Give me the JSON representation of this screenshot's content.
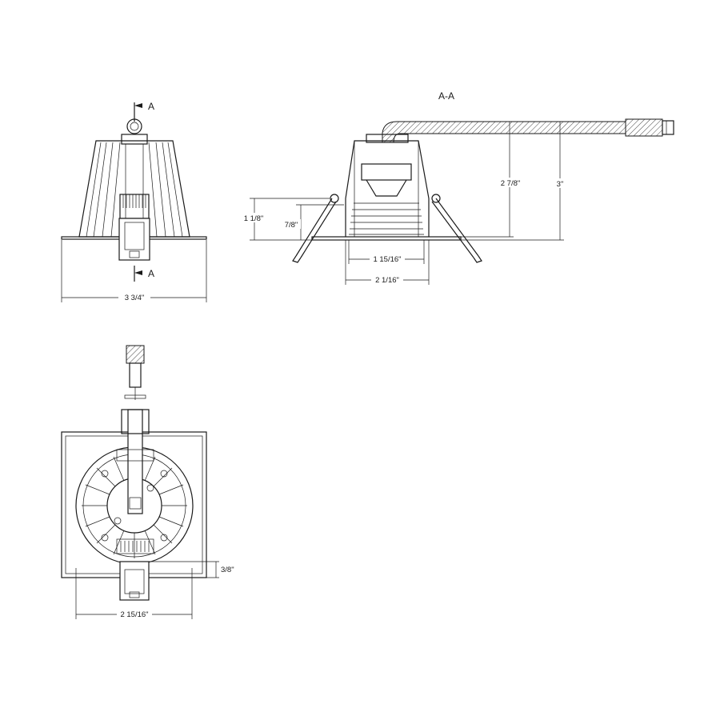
{
  "section_marks": {
    "top": "A",
    "bottom": "A",
    "section_title": "A-A"
  },
  "dimensions": {
    "front_width": "3 3/4\"",
    "section_height_outer": "1 1/8\"",
    "section_height_inner": "7/8\"",
    "section_total_2": "2 7/8\"",
    "section_total_3": "3\"",
    "aperture_inner": "1 15/16\"",
    "aperture_outer": "2 1/16\"",
    "plan_width": "2 15/16\"",
    "plan_offset": "3/8\""
  },
  "colors": {
    "line": "#1a1a1a",
    "background": "#ffffff"
  }
}
